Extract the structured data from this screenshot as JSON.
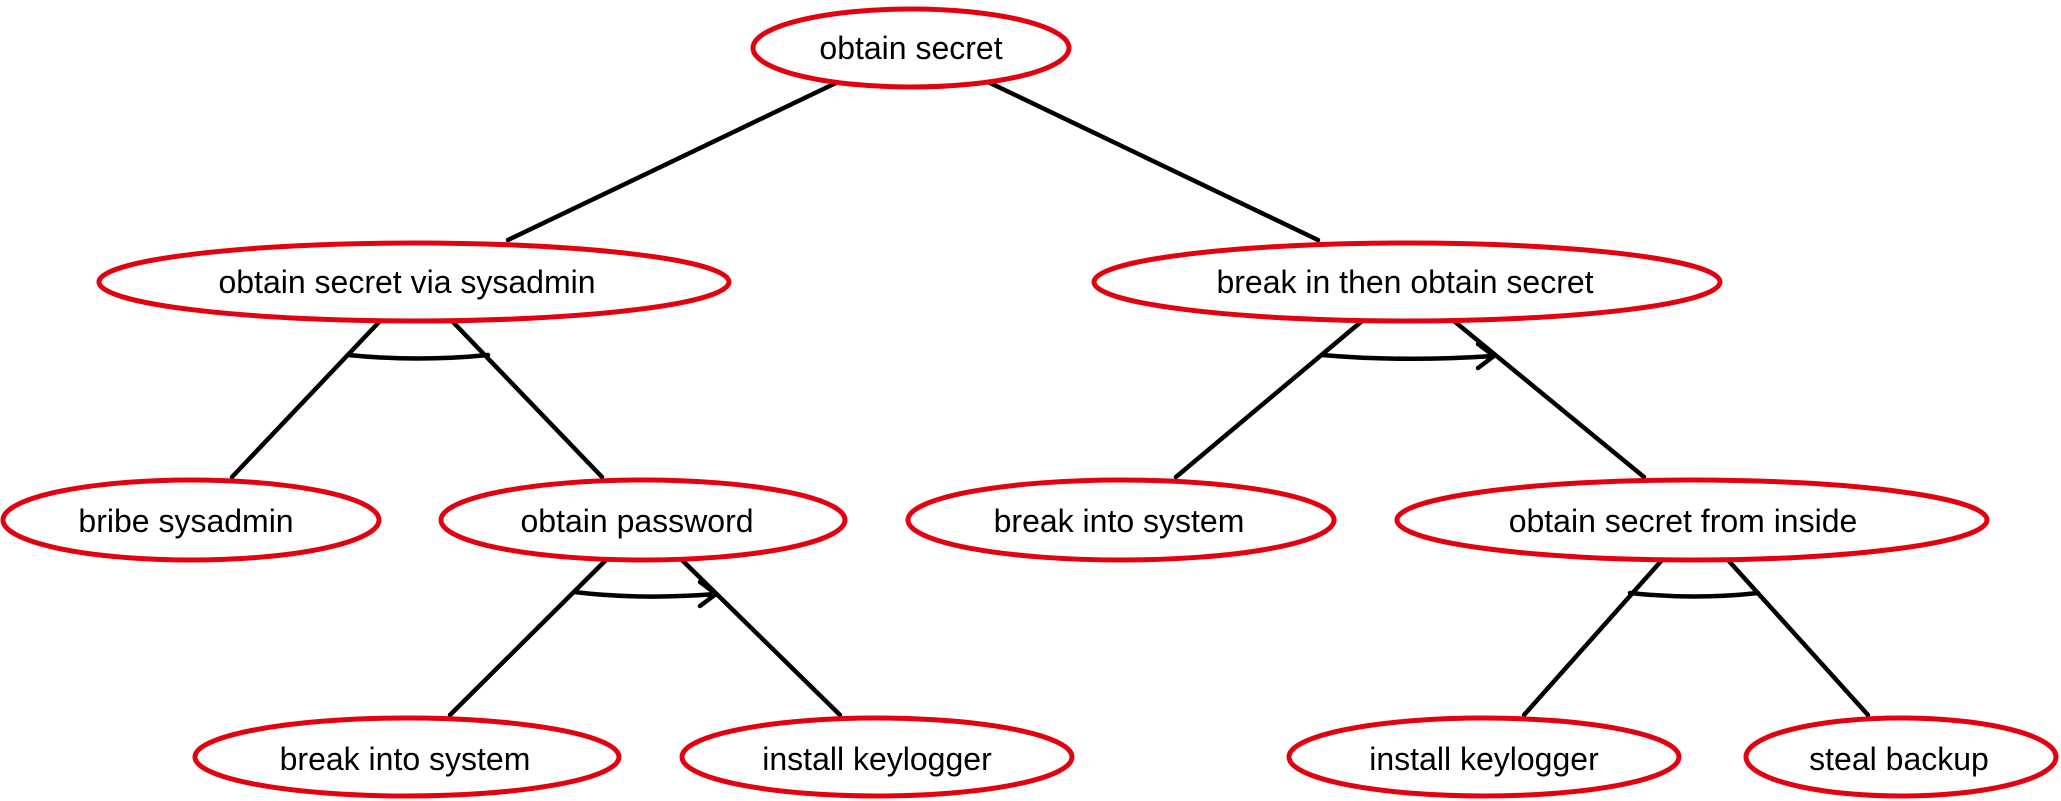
{
  "tree": {
    "root": "obtain secret",
    "nodes": [
      {
        "id": "root",
        "label": "obtain secret"
      },
      {
        "id": "via-sysadmin",
        "label": "obtain secret via sysadmin",
        "parent": "root",
        "children_combine": "and"
      },
      {
        "id": "break-in-then-obtain",
        "label": "break in then obtain secret",
        "parent": "root",
        "children_combine": "sequential-and"
      },
      {
        "id": "bribe-sysadmin",
        "label": "bribe sysadmin",
        "parent": "via-sysadmin"
      },
      {
        "id": "obtain-password",
        "label": "obtain password",
        "parent": "via-sysadmin",
        "children_combine": "sequential-and"
      },
      {
        "id": "break-into-system-1",
        "label": "break into system",
        "parent": "break-in-then-obtain"
      },
      {
        "id": "obtain-from-inside",
        "label": "obtain secret from inside",
        "parent": "break-in-then-obtain",
        "children_combine": "and"
      },
      {
        "id": "break-into-system-2",
        "label": "break into system",
        "parent": "obtain-password"
      },
      {
        "id": "install-keylogger-1",
        "label": "install keylogger",
        "parent": "obtain-password"
      },
      {
        "id": "install-keylogger-2",
        "label": "install keylogger",
        "parent": "obtain-from-inside"
      },
      {
        "id": "steal-backup",
        "label": "steal backup",
        "parent": "obtain-from-inside"
      }
    ]
  },
  "colors": {
    "node_outline": "#e3000f",
    "edge": "#000000",
    "text": "#000000"
  }
}
